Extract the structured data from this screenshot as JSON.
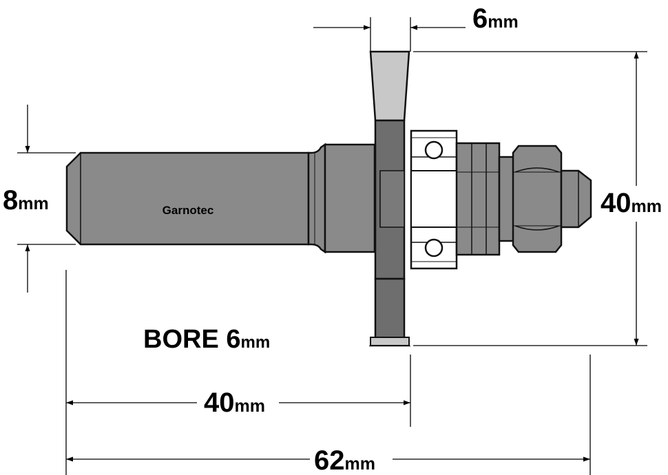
{
  "brand": "Garnotec",
  "bore": {
    "label": "BORE 6",
    "unit": "mm"
  },
  "dimensions": {
    "shank_diameter": {
      "value": "8",
      "unit": "mm"
    },
    "cut_width": {
      "value": "6",
      "unit": "mm"
    },
    "cut_diameter": {
      "value": "40",
      "unit": "mm"
    },
    "shank_length": {
      "value": "40",
      "unit": "mm"
    },
    "total_length": {
      "value": "62",
      "unit": "mm"
    }
  },
  "colors": {
    "body": "#8a8a8a",
    "body_dark": "#6e6e6e",
    "blade": "#c8c8c8",
    "outline": "#111111"
  }
}
